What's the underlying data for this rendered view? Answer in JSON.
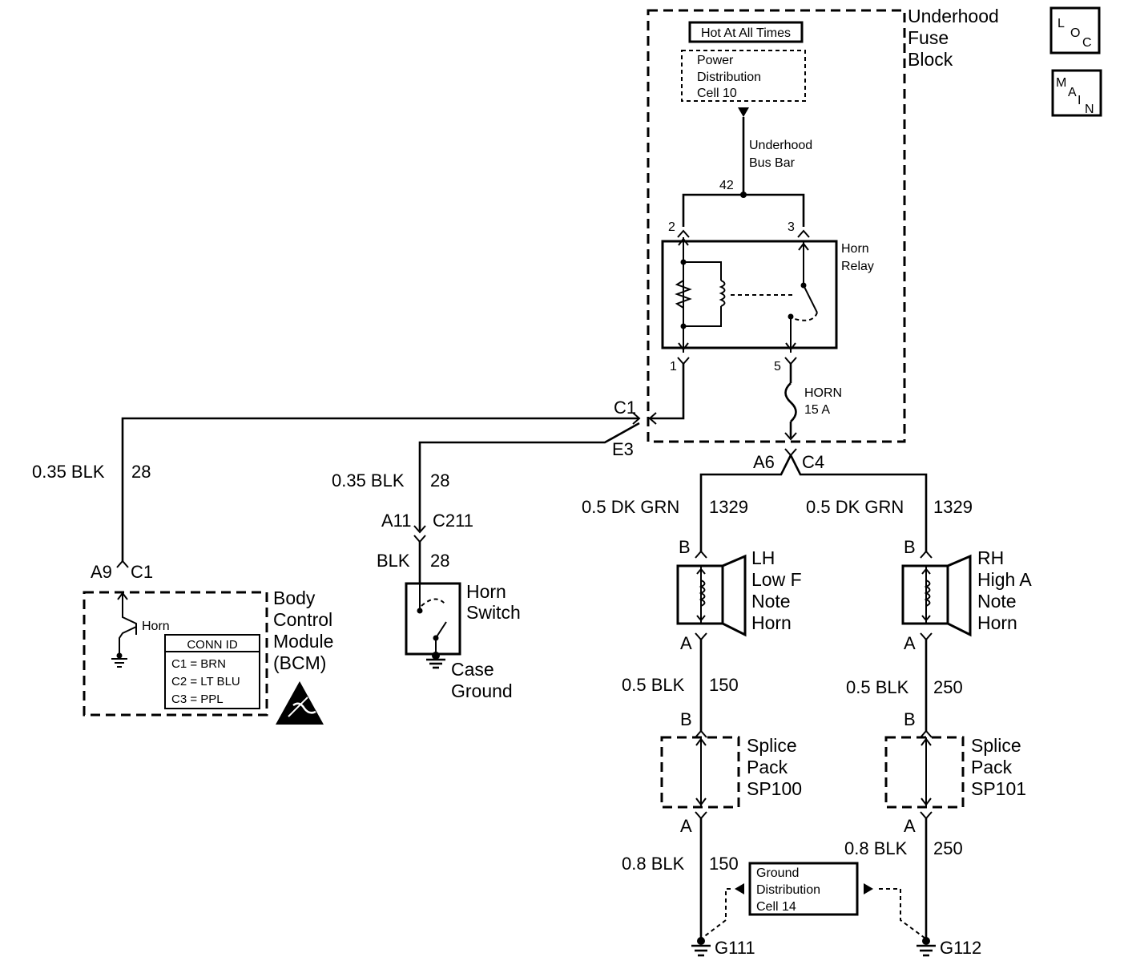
{
  "fuse_block": {
    "title_lines": [
      "Underhood",
      "Fuse",
      "Block"
    ],
    "hot_label": "Hot At All Times",
    "power_dist_lines": [
      "Power",
      "Distribution",
      "Cell 10"
    ],
    "bus_bar_lines": [
      "Underhood",
      "Bus Bar"
    ],
    "bus_pin": "42"
  },
  "relay": {
    "title_lines": [
      "Horn",
      "Relay"
    ],
    "pin_2": "2",
    "pin_3": "3",
    "pin_1": "1",
    "pin_5": "5"
  },
  "fuse": {
    "lines": [
      "HORN",
      "15 A"
    ]
  },
  "connectors": {
    "c1": "C1",
    "e3": "E3",
    "a6": "A6",
    "c4": "C4",
    "a11": "A11",
    "c211": "C211",
    "a9": "A9",
    "c1_bcm": "C1"
  },
  "wires": {
    "bcm_wire": {
      "color": "0.35 BLK",
      "circuit": "28"
    },
    "switch_wire": {
      "color": "0.35 BLK",
      "circuit": "28"
    },
    "switch_wire_lower": {
      "color": "BLK",
      "circuit": "28"
    },
    "lh_feed": {
      "color": "0.5 DK GRN",
      "circuit": "1329"
    },
    "rh_feed": {
      "color": "0.5 DK GRN",
      "circuit": "1329"
    },
    "lh_ground_upper": {
      "color": "0.5 BLK",
      "circuit": "150"
    },
    "rh_ground_upper": {
      "color": "0.5 BLK",
      "circuit": "250"
    },
    "lh_ground_lower": {
      "color": "0.8 BLK",
      "circuit": "150"
    },
    "rh_ground_lower": {
      "color": "0.8 BLK",
      "circuit": "250"
    }
  },
  "bcm": {
    "title_lines": [
      "Body",
      "Control",
      "Module",
      "(BCM)"
    ],
    "horn_label": "Horn",
    "conn_id_title": "CONN ID",
    "conn_id_rows": [
      "C1 = BRN",
      "C2 = LT BLU",
      "C3 = PPL"
    ]
  },
  "horn_switch": {
    "title_lines": [
      "Horn",
      "Switch"
    ],
    "ground_lines": [
      "Case",
      "Ground"
    ]
  },
  "lh_horn": {
    "title_lines": [
      "LH",
      "Low F",
      "Note",
      "Horn"
    ],
    "pin_b": "B",
    "pin_a": "A"
  },
  "rh_horn": {
    "title_lines": [
      "RH",
      "High A",
      "Note",
      "Horn"
    ],
    "pin_b": "B",
    "pin_a": "A"
  },
  "sp100": {
    "title_lines": [
      "Splice",
      "Pack",
      "SP100"
    ],
    "pin_b": "B",
    "pin_a": "A"
  },
  "sp101": {
    "title_lines": [
      "Splice",
      "Pack",
      "SP101"
    ],
    "pin_b": "B",
    "pin_a": "A"
  },
  "ground_dist": {
    "lines": [
      "Ground",
      "Distribution",
      "Cell 14"
    ]
  },
  "grounds": {
    "g111": "G111",
    "g112": "G112"
  },
  "nav": {
    "loc": [
      "L",
      "O",
      "C"
    ],
    "main": [
      "M",
      "A",
      "I",
      "N"
    ]
  }
}
